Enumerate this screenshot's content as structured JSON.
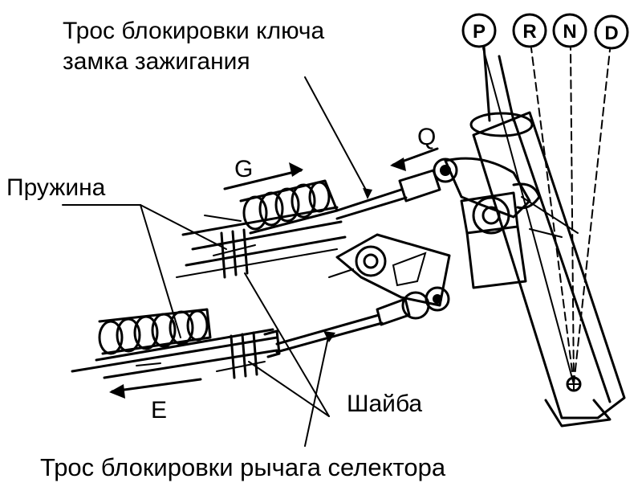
{
  "labels": {
    "ignition_cable": [
      "Трос блокировки ключа",
      "замка зажигания"
    ],
    "spring": "Пружина",
    "washer": "Шайба",
    "selector_cable": "Трос блокировки рычага селектора"
  },
  "directions": {
    "g": "G",
    "q": "Q",
    "e": "E"
  },
  "gear_positions": [
    "P",
    "R",
    "N",
    "D"
  ]
}
